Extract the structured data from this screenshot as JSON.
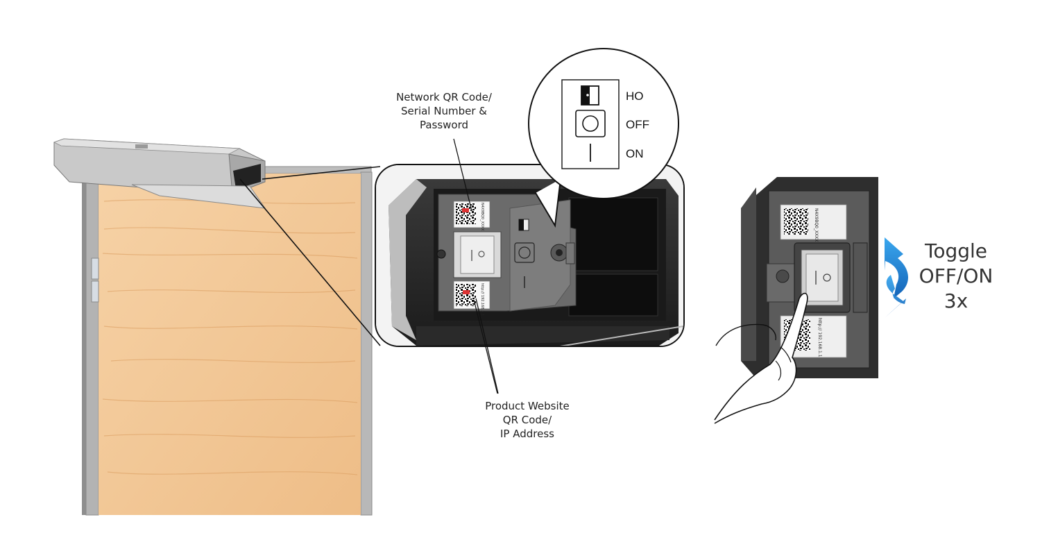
{
  "callouts": {
    "network": [
      "Network QR Code/",
      "Serial Number &",
      "Password"
    ],
    "product": [
      "Product Website",
      "QR Code/",
      "IP Address"
    ]
  },
  "switch_legend": {
    "items": [
      {
        "label": "HO",
        "icon": "hold-open-icon"
      },
      {
        "label": "OFF",
        "icon": "off-circle-icon"
      },
      {
        "label": "ON",
        "icon": "on-bar-icon"
      }
    ]
  },
  "toggle": {
    "lines": [
      "Toggle",
      "OFF/ON",
      "3x"
    ],
    "arrow_color": "#1e88d6"
  },
  "labels": {
    "serial_text": "N4X9BQ0_XXXX XXXXXXXX",
    "ip_text": "http:// 192.168.1.1",
    "serial_text_zoom": "N4X9BQ0_XXXX XXXXXXXX",
    "ip_text_zoom": "http:// 192.168.1.1"
  },
  "colors": {
    "wood": "#f2c999",
    "frame": "#a6a6a6",
    "housing": "#2b2b2b",
    "accent": "#1e88d6"
  }
}
